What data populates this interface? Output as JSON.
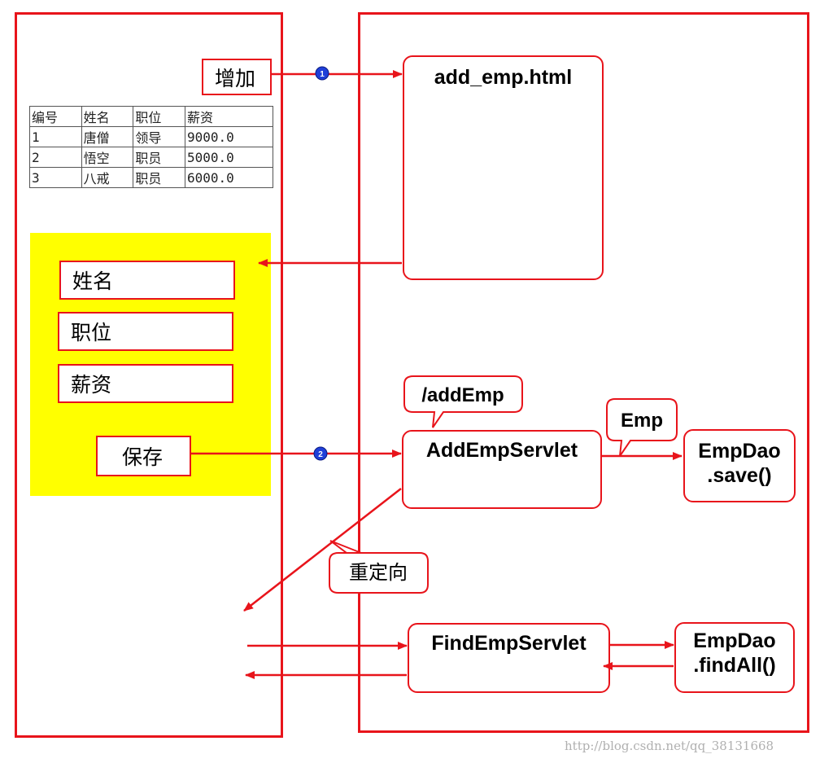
{
  "browser": {
    "add_button": "增加",
    "table": {
      "headers": [
        "编号",
        "姓名",
        "职位",
        "薪资"
      ],
      "rows": [
        [
          "1",
          "唐僧",
          "领导",
          "9000.0"
        ],
        [
          "2",
          "悟空",
          "职员",
          "5000.0"
        ],
        [
          "3",
          "八戒",
          "职员",
          "6000.0"
        ]
      ]
    },
    "form": {
      "name_field": "姓名",
      "job_field": "职位",
      "salary_field": "薪资",
      "save_button": "保存"
    }
  },
  "server": {
    "add_page": "add_emp.html",
    "servlet_path_label": "/addEmp",
    "add_servlet": "AddEmpServlet",
    "emp_label": "Emp",
    "dao_save_line1": "EmpDao",
    "dao_save_line2": ".save()",
    "redirect_label": "重定向",
    "find_servlet": "FindEmpServlet",
    "dao_find_line1": "EmpDao",
    "dao_find_line2": ".findAll()"
  },
  "step_markers": [
    "1",
    "2"
  ],
  "watermark": "http://blog.csdn.net/qq_38131668",
  "colors": {
    "line": "#e8141b",
    "form_bg": "#ffff00",
    "marker": "#1f3fd8"
  }
}
